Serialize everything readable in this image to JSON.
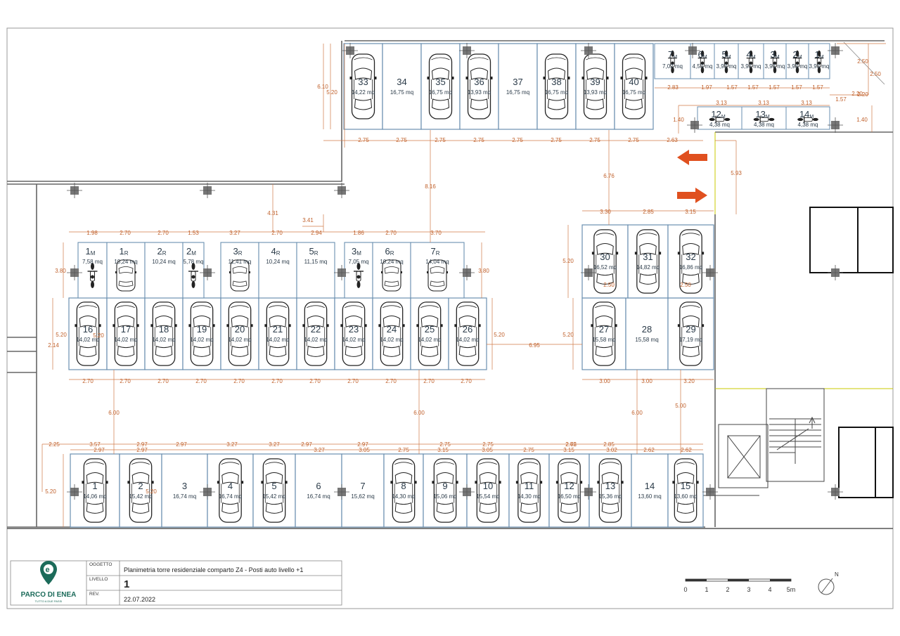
{
  "spots": [
    {
      "num": "1",
      "area": "14,06 mq",
      "car": true
    },
    {
      "num": "2",
      "area": "15,42 mq",
      "car": true
    },
    {
      "num": "3",
      "area": "16,74 mq",
      "car": false
    },
    {
      "num": "4",
      "area": "16,74 mq",
      "car": true
    },
    {
      "num": "5",
      "area": "15,42 mq",
      "car": true
    },
    {
      "num": "6",
      "area": "16,74 mq",
      "car": false
    },
    {
      "num": "7",
      "area": "15,62 mq",
      "car": false
    },
    {
      "num": "8",
      "area": "14,30 mq",
      "car": true
    },
    {
      "num": "9",
      "area": "15,06 mq",
      "car": true
    },
    {
      "num": "10",
      "area": "15,54 mq",
      "car": true
    },
    {
      "num": "11",
      "area": "14,30 mq",
      "car": true
    },
    {
      "num": "12",
      "area": "16,50 mq",
      "car": true
    },
    {
      "num": "13",
      "area": "15,36 mq",
      "car": true
    },
    {
      "num": "14",
      "area": "13,60 mq",
      "car": false
    },
    {
      "num": "15",
      "area": "13,60 mq",
      "car": true
    },
    {
      "num": "16",
      "area": "14,02 mq",
      "car": true
    },
    {
      "num": "17",
      "area": "14,02 mq",
      "car": true
    },
    {
      "num": "18",
      "area": "14,02 mq",
      "car": true
    },
    {
      "num": "19",
      "area": "14,02 mq",
      "car": true
    },
    {
      "num": "20",
      "area": "14,02 mq",
      "car": true
    },
    {
      "num": "21",
      "area": "14,02 mq",
      "car": true
    },
    {
      "num": "22",
      "area": "14,02 mq",
      "car": true
    },
    {
      "num": "23",
      "area": "14,02 mq",
      "car": true
    },
    {
      "num": "24",
      "area": "14,02 mq",
      "car": true
    },
    {
      "num": "25",
      "area": "14,02 mq",
      "car": true
    },
    {
      "num": "26",
      "area": "14,02 mq",
      "car": true
    },
    {
      "num": "27",
      "area": "15,58 mq",
      "car": true
    },
    {
      "num": "28",
      "area": "15,58 mq",
      "car": false
    },
    {
      "num": "29",
      "area": "17,19 mq",
      "car": true
    },
    {
      "num": "30",
      "area": "16,52 mq",
      "car": true
    },
    {
      "num": "31",
      "area": "14,82 mq",
      "car": true
    },
    {
      "num": "32",
      "area": "16,86 mq",
      "car": true
    },
    {
      "num": "33",
      "area": "14,22 mq",
      "car": true
    },
    {
      "num": "34",
      "area": "16,75 mq",
      "car": false
    },
    {
      "num": "35",
      "area": "16,75 mq",
      "car": true
    },
    {
      "num": "36",
      "area": "13,93 mq",
      "car": true
    },
    {
      "num": "37",
      "area": "16,75 mq",
      "car": false
    },
    {
      "num": "38",
      "area": "16,75 mq",
      "car": true
    },
    {
      "num": "39",
      "area": "13,93 mq",
      "car": true
    },
    {
      "num": "40",
      "area": "16,75 mq",
      "car": true
    }
  ],
  "small_spots": [
    {
      "num": "1",
      "sub": "M",
      "area": "7,58 mq",
      "vehicle": "moto"
    },
    {
      "num": "1",
      "sub": "R",
      "area": "10,24 mq",
      "vehicle": "small-car"
    },
    {
      "num": "2",
      "sub": "R",
      "area": "10,24 mq",
      "vehicle": "none"
    },
    {
      "num": "2",
      "sub": "M",
      "area": "5,78 mq",
      "vehicle": "moto"
    },
    {
      "num": "3",
      "sub": "R",
      "area": "11,41 mq",
      "vehicle": "small-car"
    },
    {
      "num": "4",
      "sub": "R",
      "area": "10,24 mq",
      "vehicle": "none"
    },
    {
      "num": "5",
      "sub": "R",
      "area": "11,15 mq",
      "vehicle": "none"
    },
    {
      "num": "3",
      "sub": "M",
      "area": "7,05 mq",
      "vehicle": "moto"
    },
    {
      "num": "6",
      "sub": "R",
      "area": "10,24 mq",
      "vehicle": "small-car"
    },
    {
      "num": "7",
      "sub": "R",
      "area": "14,04 mq",
      "vehicle": "small-car"
    }
  ],
  "moto_top": [
    {
      "num": "7",
      "sub": "M",
      "area": "7,02 mq"
    },
    {
      "num": "6",
      "sub": "M",
      "area": "4,53 mq"
    },
    {
      "num": "5",
      "sub": "M",
      "area": "3,93 mq"
    },
    {
      "num": "4",
      "sub": "M",
      "area": "3,93 mq"
    },
    {
      "num": "3",
      "sub": "M",
      "area": "3,93 mq"
    },
    {
      "num": "2",
      "sub": "M",
      "area": "3,93 mq"
    },
    {
      "num": "1",
      "sub": "M",
      "area": "3,93 mq"
    }
  ],
  "moto_row": [
    {
      "num": "12",
      "sub": "M",
      "area": "4,38 mq"
    },
    {
      "num": "13",
      "sub": "M",
      "area": "4,38 mq"
    },
    {
      "num": "14",
      "sub": "M",
      "area": "4,38 mq"
    }
  ],
  "dims": [
    "2.75",
    "2.75",
    "2.75",
    "2.75",
    "2.75",
    "2.75",
    "2.75",
    "2.75",
    "2.63",
    "6.10",
    "5.20",
    "2.83",
    "1.97",
    "1.57",
    "1.57",
    "1.57",
    "1.57",
    "1.57",
    "2.20",
    "1.57",
    "2.20",
    "2.50",
    "2.50",
    "3.13",
    "3.13",
    "3.13",
    "1.40",
    "1.40",
    "6.76",
    "8.16",
    "5.93",
    "4.31",
    "3.41",
    "1.98",
    "2.70",
    "2.70",
    "1.53",
    "3.27",
    "2.70",
    "2.94",
    "1.86",
    "2.70",
    "3.70",
    "3.80",
    "3.80",
    "5.20",
    "5.20",
    "5.20",
    "2.14",
    "6.95",
    "2.70",
    "2.70",
    "2.70",
    "2.70",
    "2.70",
    "2.70",
    "2.70",
    "2.70",
    "2.70",
    "2.70",
    "2.70",
    "3.30",
    "2.85",
    "3.15",
    "5.20",
    "2.50",
    "2.50",
    "5.20",
    "3.00",
    "3.00",
    "3.20",
    "6.00",
    "6.00",
    "6.00",
    "5.00",
    "2.25",
    "3.57",
    "2.97",
    "2.97",
    "3.27",
    "3.27",
    "2.97",
    "3.27",
    "2.97",
    "3.05",
    "2.75",
    "2.75",
    "3.15",
    "2.75",
    "3.05",
    "2.75",
    "2.75",
    "3.15",
    "2.85",
    "3.02",
    "2.62",
    "2.62",
    "2.62",
    "2.97",
    "2.97",
    "5.20",
    "5.20"
  ],
  "title_block": {
    "logo_name": "PARCO DI ENEA",
    "logo_tagline": "TUTTO A DUE PASSI",
    "oggetto_label": "OGGETTO",
    "oggetto_value": "Planimetria torre residenziale comparto Z4 - Posti auto livello +1",
    "livello_label": "LIVELLO",
    "livello_value": "1",
    "rev_label": "REV.",
    "rev_value": "22.07.2022"
  },
  "scale_bar": {
    "ticks": [
      "0",
      "1",
      "2",
      "3",
      "4",
      "5m"
    ]
  },
  "compass": {
    "label": "N"
  },
  "colors": {
    "spot_line": "#6a8fb0",
    "dim": "#d07a48",
    "wall": "#666666",
    "arrow": "#e0501f",
    "brand": "#1c6b5a",
    "column": "#777777"
  },
  "icons": {
    "arrow": "arrow-left-icon",
    "arrow2": "arrow-right-icon",
    "compass": "compass-icon",
    "logo": "pin-e-logo"
  }
}
